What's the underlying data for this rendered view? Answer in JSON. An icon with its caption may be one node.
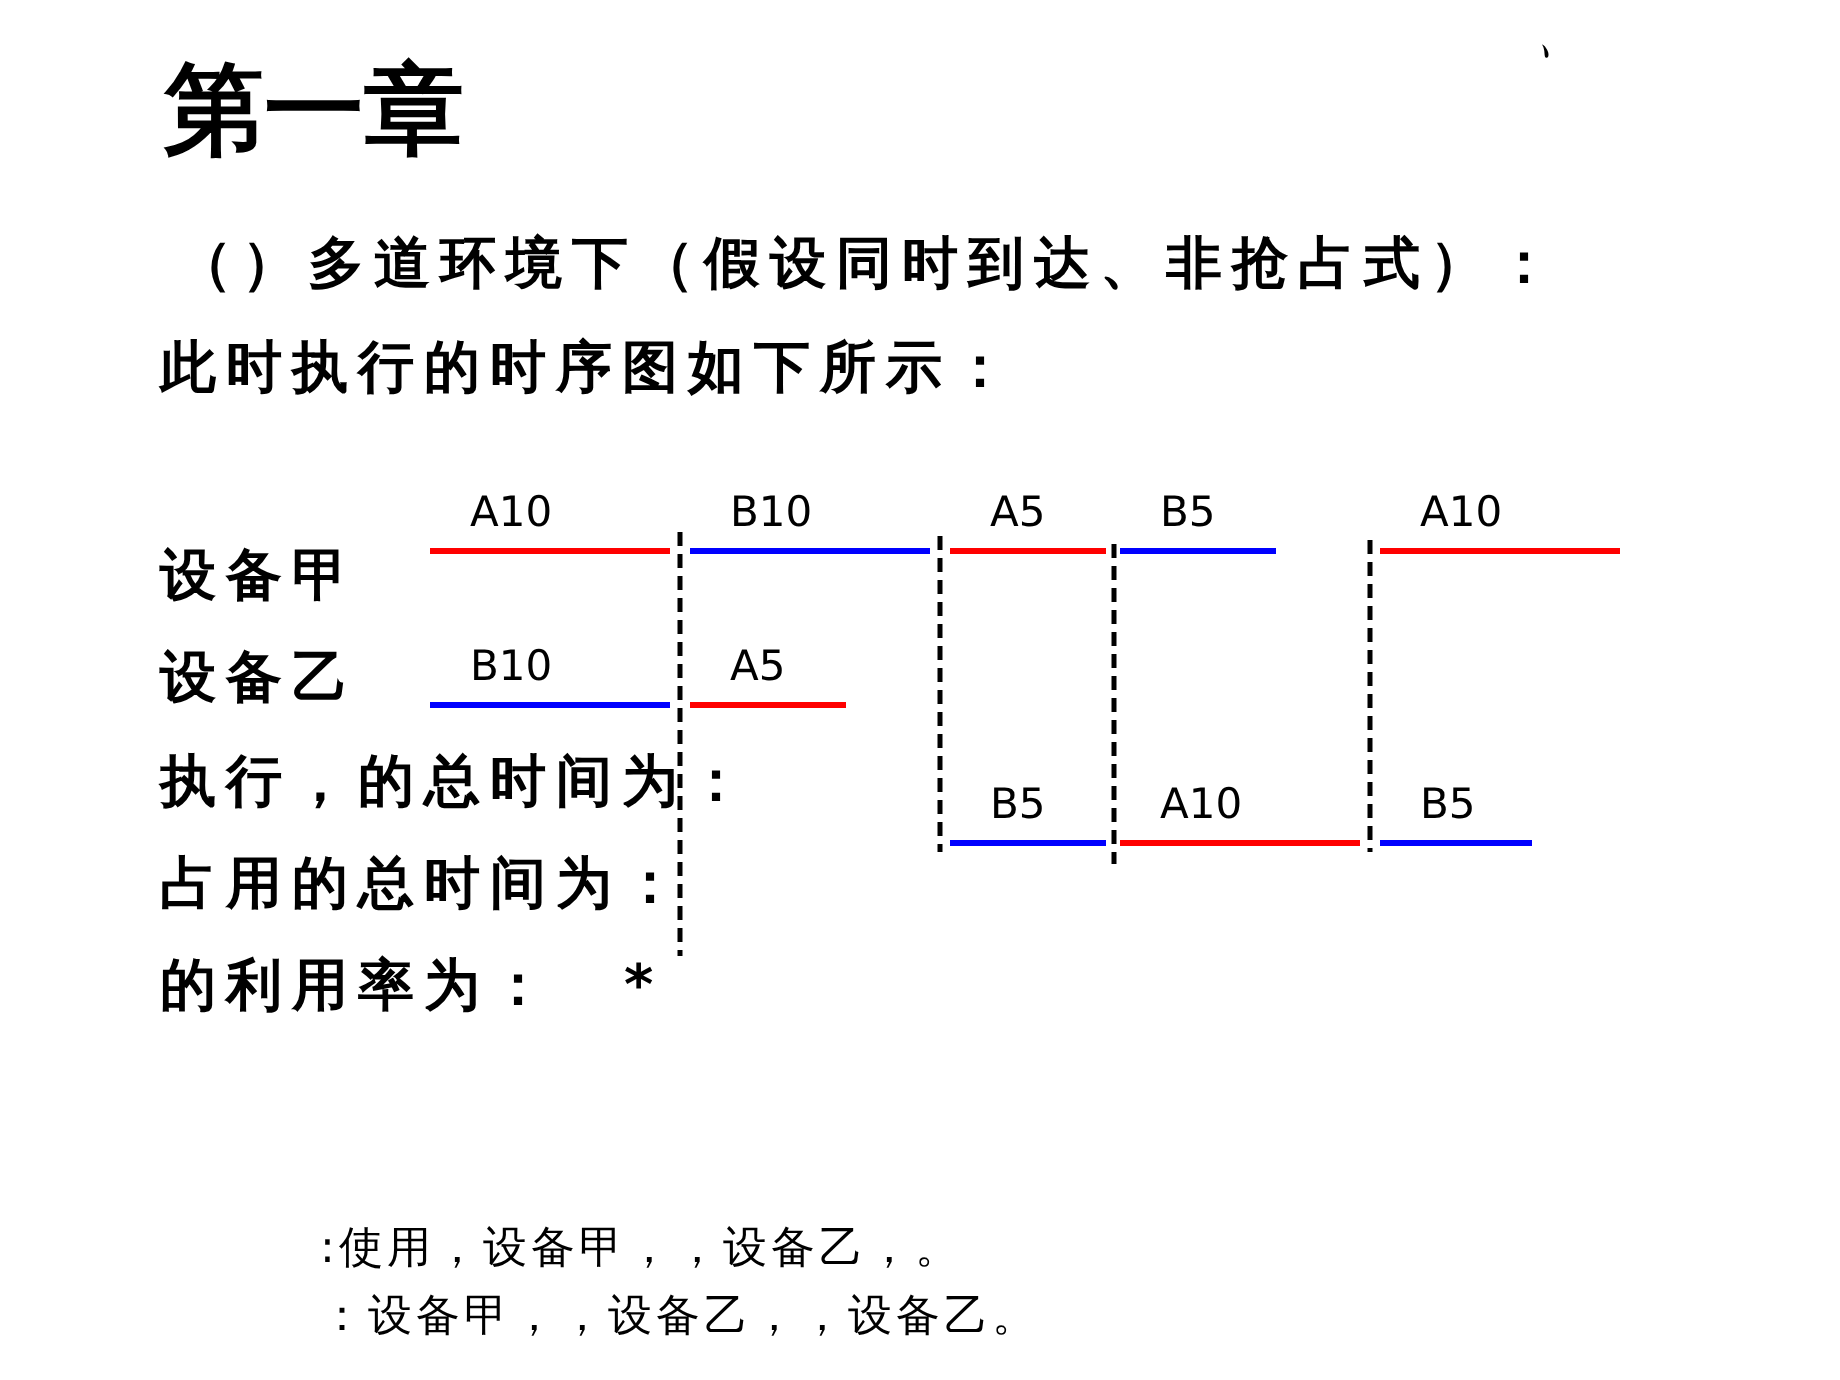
{
  "diagram": {
    "title": "第一章",
    "labels": [
      "、",
      "（）多道环境下（假设同时到达、非抢占式）：",
      "此时执行的时序图如下所示：",
      "A10",
      "B10",
      "A5",
      "B5",
      "A10",
      "设备甲",
      "B10",
      "A5",
      "设备乙",
      "执行，的总时间为：",
      "B5",
      "A10",
      "B5",
      "占用的总时间为：",
      "的利用率为：",
      "*",
      ":使用，设备甲，，设备乙，。",
      "：设备甲，，设备乙，，设备乙。"
    ]
  }
}
